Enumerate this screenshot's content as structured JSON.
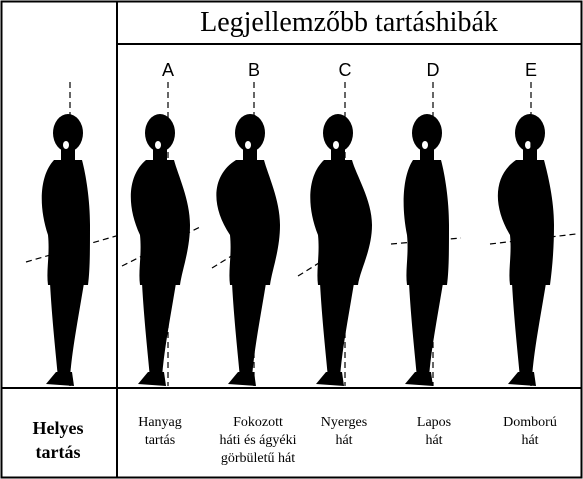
{
  "title": "Legjellemzőbb tartáshibák",
  "correct_posture": {
    "caption_lines": [
      "Helyes",
      "tartás"
    ]
  },
  "defects": [
    {
      "letter": "A",
      "caption_lines": [
        "Hanyag",
        "tartás"
      ]
    },
    {
      "letter": "B",
      "caption_lines": [
        "Fokozott",
        "háti és ágyéki",
        "görbületű hát"
      ]
    },
    {
      "letter": "C",
      "caption_lines": [
        "Nyerges",
        "hát"
      ]
    },
    {
      "letter": "D",
      "caption_lines": [
        "Lapos",
        "hát"
      ]
    },
    {
      "letter": "E",
      "caption_lines": [
        "Domború",
        "hát"
      ]
    }
  ]
}
